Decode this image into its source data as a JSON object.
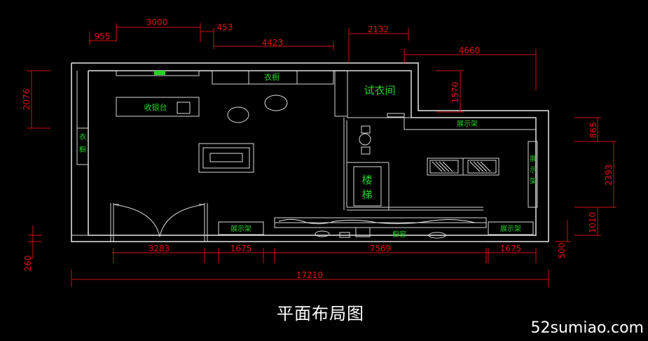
{
  "title": "平面布局图",
  "watermark": "52sumiao.com",
  "colors": {
    "background": "#000000",
    "walls": "#e8e8e8",
    "dimensions": "#d01010",
    "room_labels": "#25d025"
  },
  "dimensions": {
    "top_955": "955",
    "top_3000": "3000",
    "top_453": "453",
    "top_4423": "4423",
    "top_2132": "2132",
    "right_4660": "4660",
    "left_2076": "2076",
    "inner_1570": "1570",
    "right_865": "865",
    "right_2393": "2393",
    "right_1010": "1010",
    "right_500": "500",
    "left_260": "260",
    "bottom_3283": "3283",
    "bottom_1675a": "1675",
    "bottom_7569": "7569",
    "bottom_1675b": "1675",
    "total_17210": "17210"
  },
  "labels": {
    "cashier": "收银台",
    "wardrobe_top": "衣橱",
    "wardrobe_left": "衣橱",
    "fitting_room": "试衣间",
    "display_rack_top": "展示架",
    "display_rack_right": "展示架",
    "display_rack_bottom_left": "展示架",
    "display_rack_bottom_right": "展示架",
    "stairs": "楼梯",
    "window": "橱窗"
  }
}
